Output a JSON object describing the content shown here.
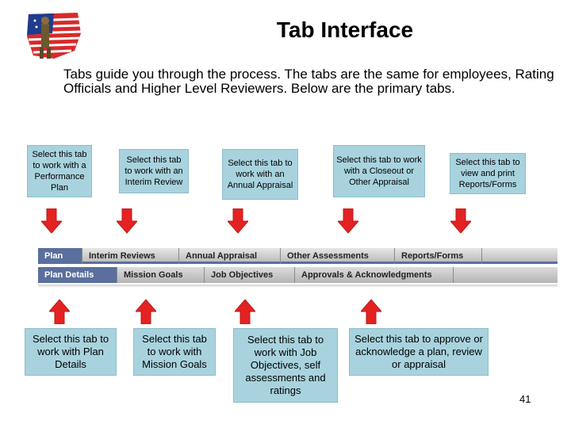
{
  "title": "Tab Interface",
  "intro": "Tabs guide you through the process.  The tabs are the same for employees, Rating Officials and Higher Level Reviewers.  Below are the primary tabs.",
  "top_callouts": [
    "Select this tab to work with a Performance Plan",
    "Select this tab to work with an Interim Review",
    "Select this tab to work with an Annual Appraisal",
    "Select this tab to work with a Closeout or Other Appraisal",
    "Select this tab to view and print Reports/Forms"
  ],
  "main_tabs": [
    "Plan",
    "Interim Reviews",
    "Annual Appraisal",
    "Other Assessments",
    "Reports/Forms"
  ],
  "sub_tabs": [
    "Plan Details",
    "Mission Goals",
    "Job Objectives",
    "Approvals & Acknowledgments"
  ],
  "bottom_callouts": [
    "Select this tab to work with Plan Details",
    "Select this tab to work with Mission Goals",
    "Select this tab to work with Job Objectives, self assessments and ratings",
    "Select this tab to approve or acknowledge a plan, review or appraisal"
  ],
  "page_number": "41",
  "colors": {
    "callout": "#a8d3de",
    "arrow": "#e52222",
    "active_tab": "#5a6f9e"
  },
  "logo_icon": "ohio-flag-soldier-icon"
}
